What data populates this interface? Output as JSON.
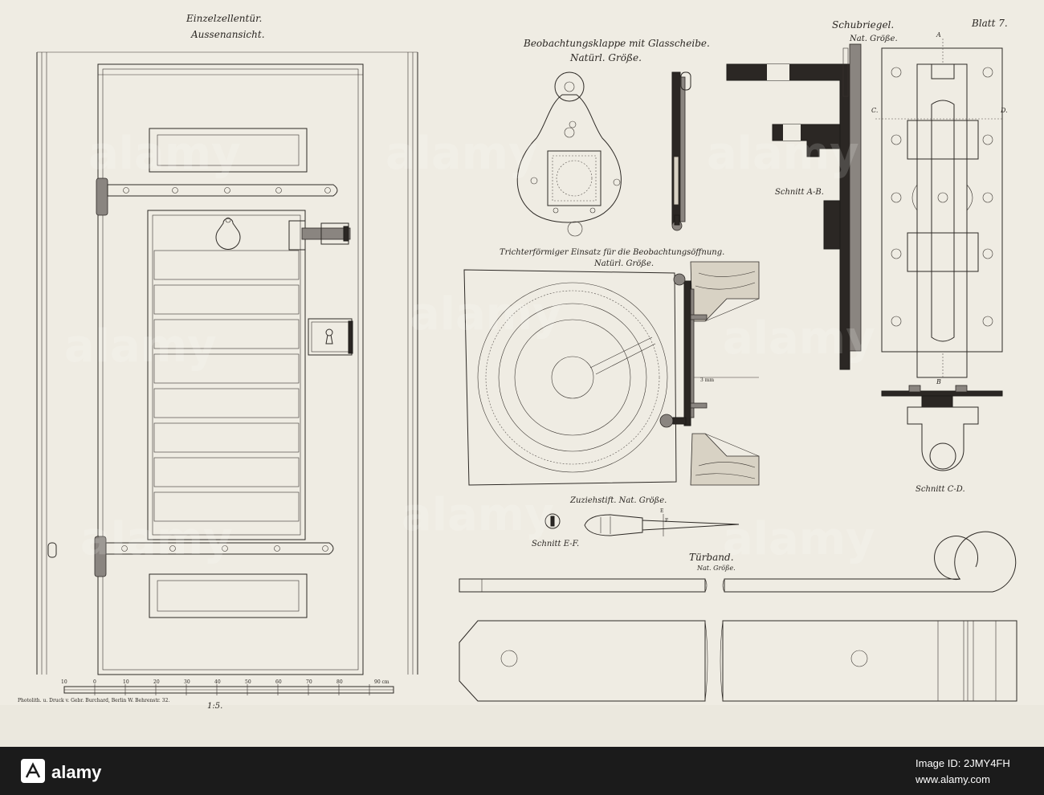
{
  "sheet": {
    "plate_number": "Blatt 7."
  },
  "door_view": {
    "title_line1": "Einzelzellentür.",
    "title_line2": "Aussenansicht.",
    "scale_ratio": "1:5.",
    "scale_ticks": [
      "10",
      "0",
      "10",
      "20",
      "30",
      "40",
      "50",
      "60",
      "70",
      "80",
      "90 cm"
    ],
    "printer_credit": "Photolith. u. Druck v. Gebr. Burchard, Berlin W. Behrenstr. 32."
  },
  "observation_flap": {
    "title_line1": "Beobachtungsklappe mit Glasscheibe.",
    "title_line2": "Natürl. Größe."
  },
  "funnel_insert": {
    "title_line1": "Trichterförmiger Einsatz für die Beobachtungsöffnung.",
    "title_line2": "Natürl. Größe.",
    "dimension_note": "3 mm"
  },
  "sliding_bolt": {
    "title_line1": "Schubriegel.",
    "title_line2": "Nat. Größe.",
    "section_ab_label": "Schnitt A-B.",
    "section_cd_label": "Schnitt C-D.",
    "marker_a": "A",
    "marker_b": "B",
    "marker_c": "C.",
    "marker_d": "D."
  },
  "closing_pin": {
    "title": "Zuziehstift. Nat. Größe.",
    "section_ef_label": "Schnitt E-F.",
    "marker_e": "E",
    "marker_f": "F"
  },
  "door_hinge": {
    "title_line1": "Türband.",
    "title_line2": "Nat. Größe."
  },
  "watermark": {
    "text": "alamy",
    "banner_text": "alamy",
    "image_id": "Image ID: 2JMY4FH",
    "site": "www.alamy.com"
  },
  "colors": {
    "paper": "#efece3",
    "ink": "#2b2724",
    "background": "#3a2a22",
    "banner": "#1b1b1b"
  }
}
